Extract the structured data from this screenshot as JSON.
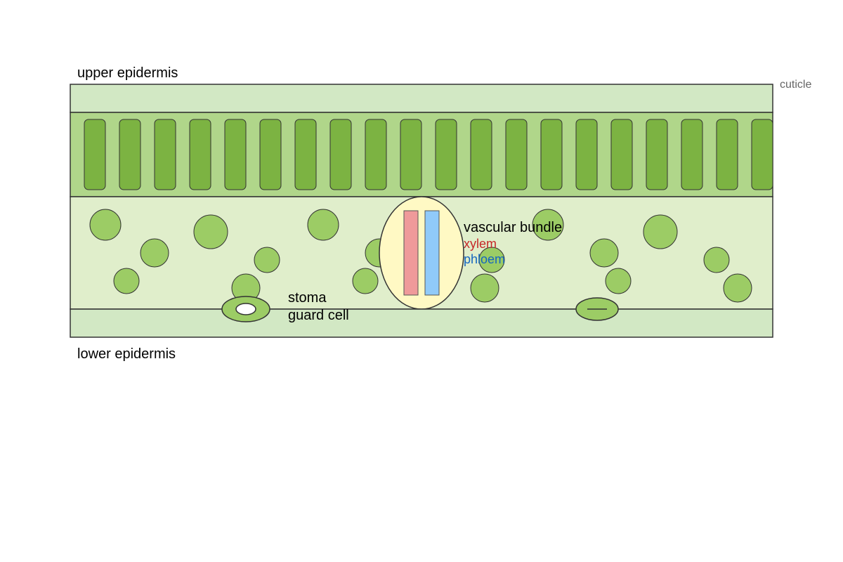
{
  "labels": {
    "upper_epidermis": "upper epidermis",
    "lower_epidermis": "lower epidermis",
    "cuticle": "cuticle",
    "vascular_bundle": "vascular bundle",
    "xylem": "xylem",
    "phloem": "phloem",
    "stoma": "stoma",
    "guard_cell": "guard cell"
  },
  "colors": {
    "epidermis": "#d2e8c4",
    "palisade_layer": "#b0d68a",
    "palisade_cell": "#7cb342",
    "spongy_layer": "#e0eecb",
    "spongy_cell": "#9ccc65",
    "vascular_bundle": "#fff9c4",
    "xylem": "#ef9a9a",
    "phloem": "#90caf9",
    "guard_cell": "#9ccc65",
    "outline": "#333333",
    "label_text": "#000000",
    "cuticle_text": "#666666",
    "xylem_text": "#c62828",
    "phloem_text": "#1565c0"
  }
}
